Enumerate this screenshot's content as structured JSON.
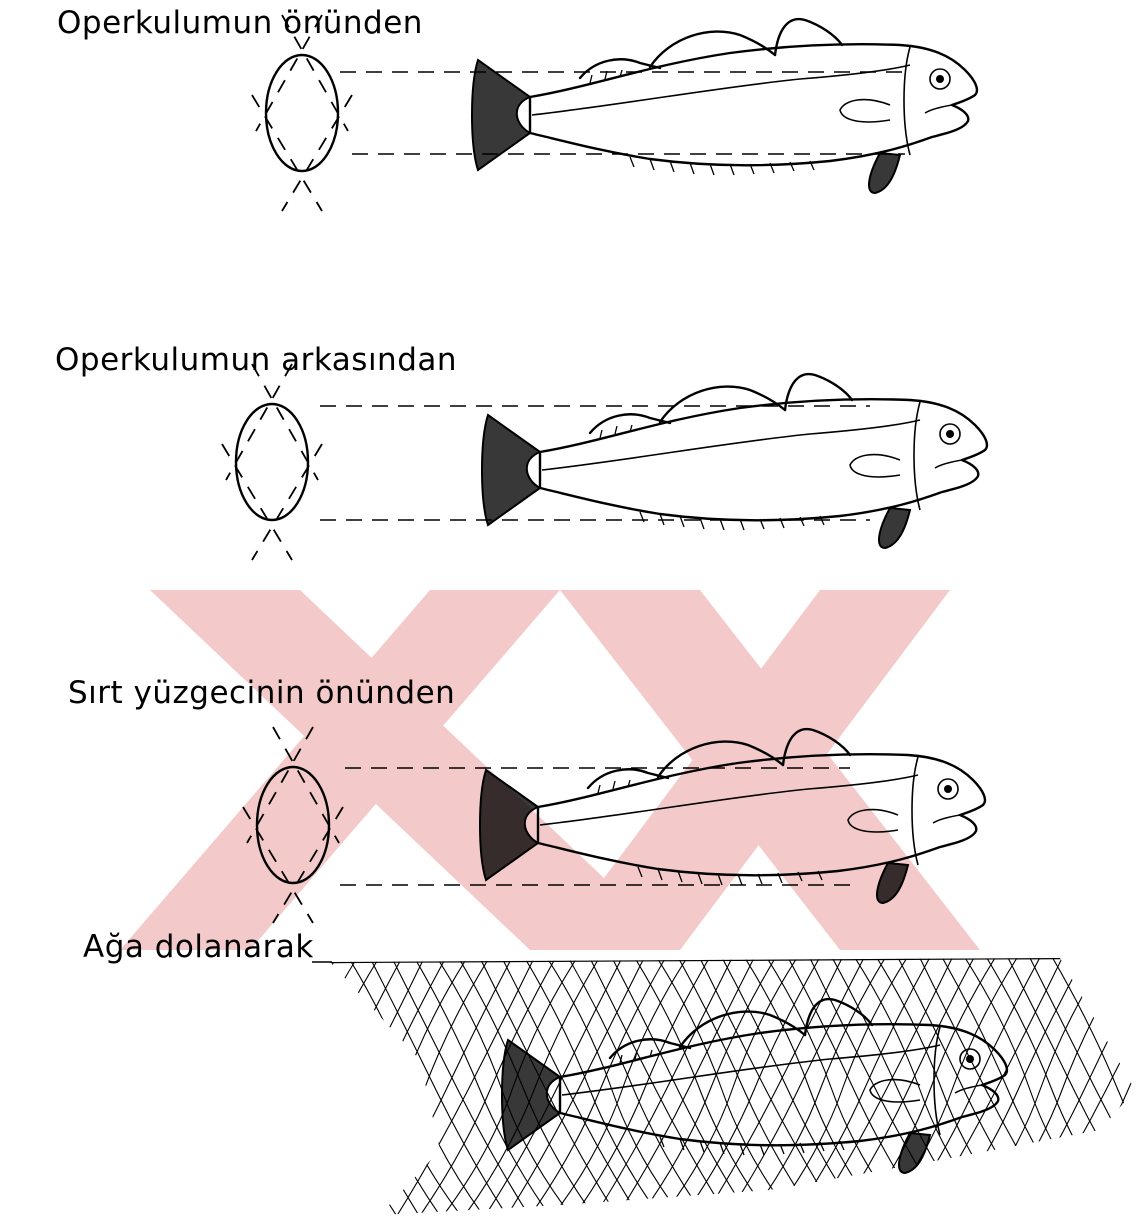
{
  "diagram": {
    "captions": [
      "Operkulumun önünden",
      "Operkulumun arkasından",
      "Sırt yüzgecinin önünden",
      "Ağa dolanarak"
    ],
    "watermark_color": "#f3c9c9",
    "ink_color": "#000000",
    "panels": [
      {
        "name": "operculum-front",
        "caption_index": 0
      },
      {
        "name": "operculum-behind",
        "caption_index": 1
      },
      {
        "name": "dorsal-fin-front",
        "caption_index": 2
      },
      {
        "name": "entangled",
        "caption_index": 3
      }
    ]
  }
}
